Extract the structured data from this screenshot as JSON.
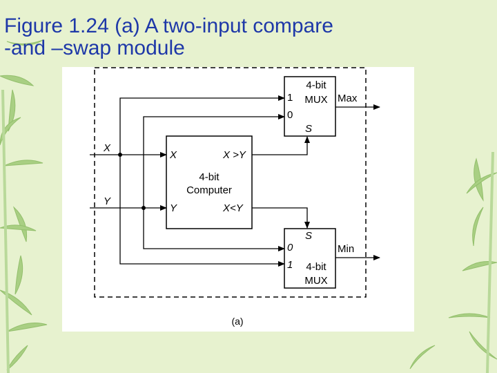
{
  "slide": {
    "title_line1": "Figure 1.24 (a) A two-input compare",
    "title_line2": "-and –swap module"
  },
  "diagram": {
    "inputs": {
      "x": "X",
      "y": "Y"
    },
    "comparator": {
      "port_x": "X",
      "port_y": "Y",
      "out_gt": "X >Y",
      "out_lt": "X<Y",
      "name_line1": "4-bit",
      "name_line2": "Computer"
    },
    "mux_top": {
      "name_line1": "4-bit",
      "name_line2": "MUX",
      "in1": "1",
      "in0": "0",
      "select": "S",
      "output": "Max"
    },
    "mux_bottom": {
      "name_line1": "4-bit",
      "name_line2": "MUX",
      "in0": "0",
      "in1": "1",
      "select": "S",
      "output": "Min"
    },
    "caption": "(a)"
  },
  "colors": {
    "background": "#e7f2cf",
    "title": "#1e38a8",
    "bamboo": "#a9cf83"
  }
}
